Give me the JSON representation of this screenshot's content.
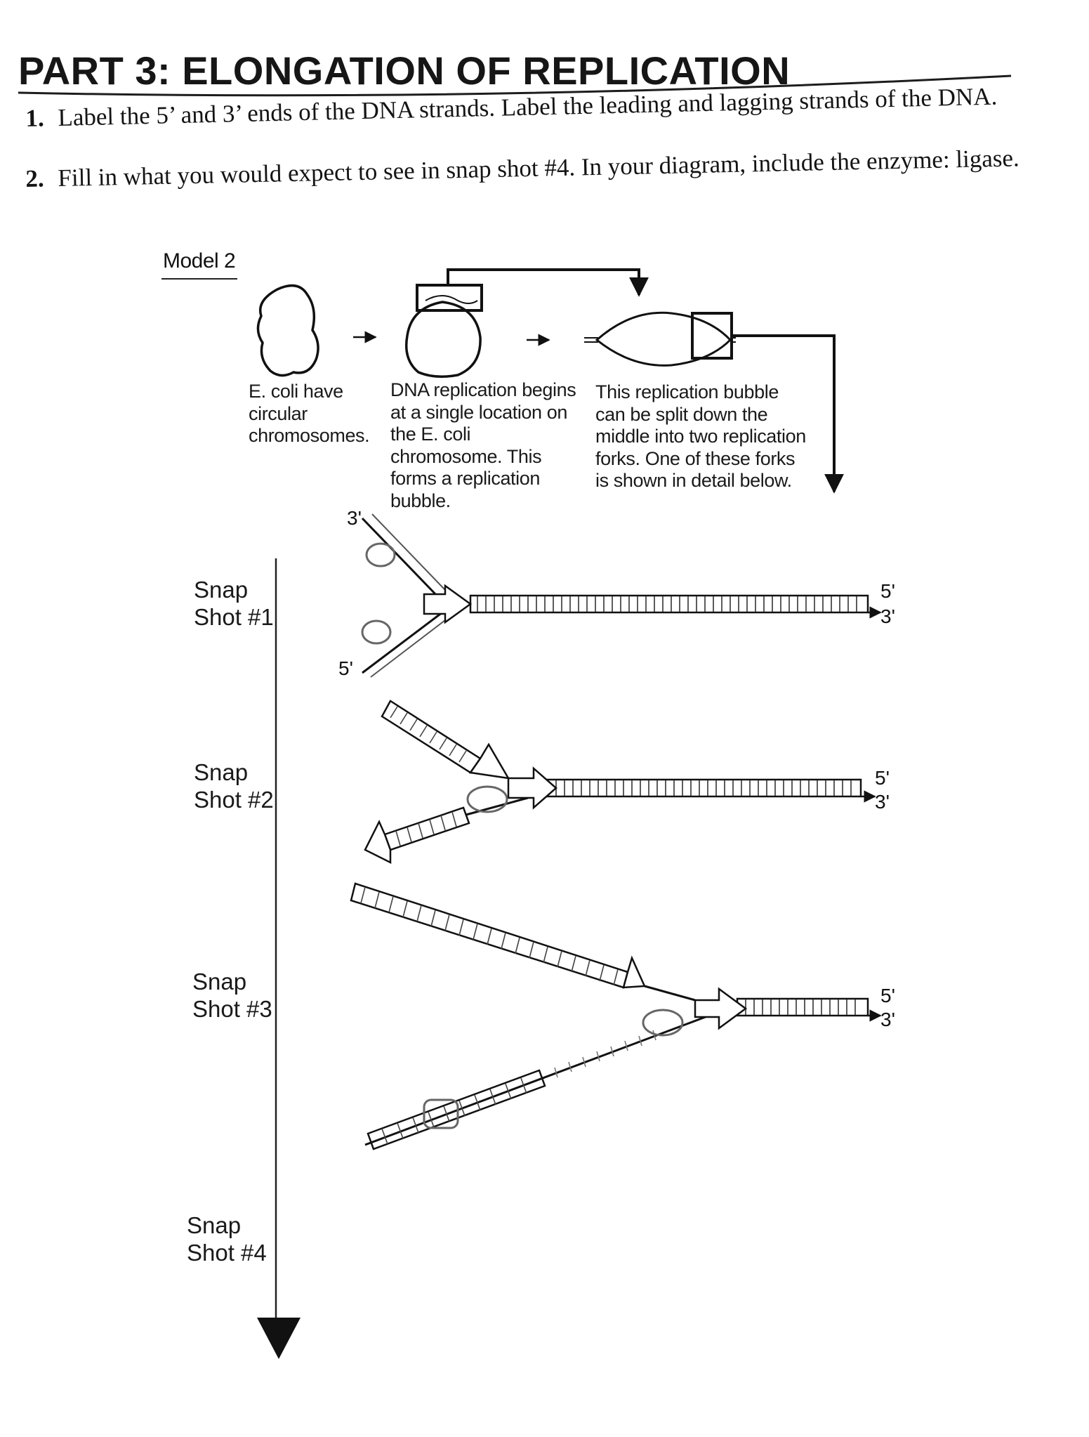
{
  "header": {
    "title": "PART 3: ELONGATION OF REPLICATION"
  },
  "questions": [
    {
      "number": "1.",
      "text": "Label the 5’ and 3’ ends of the DNA strands. Label the leading and lagging strands of the DNA."
    },
    {
      "number": "2.",
      "text": "Fill in what you would expect to see in snap shot #4. In your diagram, include the enzyme: ligase."
    }
  ],
  "model": {
    "label": "Model 2",
    "captions": {
      "circular": "E. coli have circular chromosomes.",
      "bubble": "DNA replication begins at a single location on the E. coli chromosome. This forms a replication bubble.",
      "fork": "This replication bubble can be split down the middle into two replication forks. One of these forks is shown in detail below."
    }
  },
  "snapshots": [
    {
      "line1": "Snap",
      "line2": "Shot #1"
    },
    {
      "line1": "Snap",
      "line2": "Shot #2"
    },
    {
      "line1": "Snap",
      "line2": "Shot #3"
    },
    {
      "line1": "Snap",
      "line2": "Shot #4"
    }
  ],
  "strand_labels": {
    "five_prime": "5'",
    "three_prime": "3'"
  },
  "colors": {
    "ink": "#1a1a1a",
    "gray_ink": "#666666",
    "paper": "#ffffff"
  }
}
